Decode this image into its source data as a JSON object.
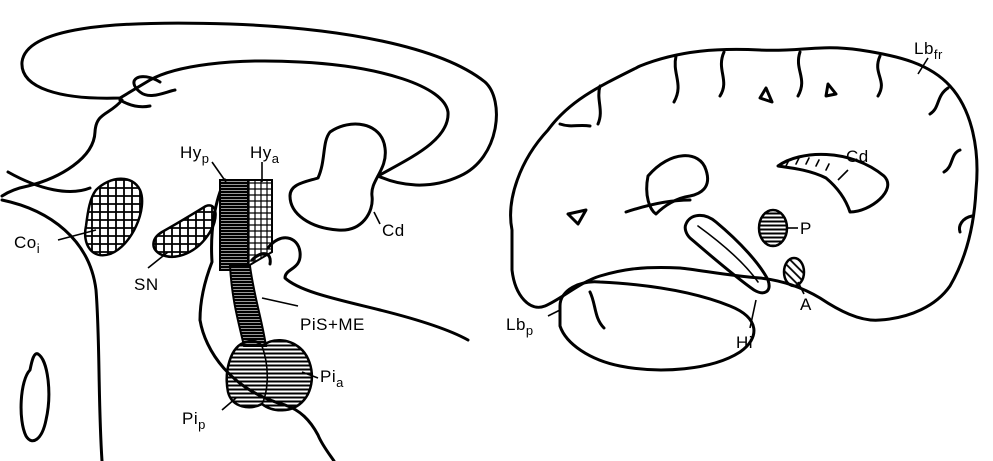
{
  "left_panel": {
    "labels": {
      "hyp": {
        "base": "Hy",
        "sub": "p"
      },
      "hya": {
        "base": "Hy",
        "sub": "a"
      },
      "cd": {
        "base": "Cd",
        "sub": ""
      },
      "coi": {
        "base": "Co",
        "sub": "i"
      },
      "sn": {
        "base": "SN",
        "sub": ""
      },
      "pis_me": {
        "base": "PiS+ME",
        "sub": ""
      },
      "pia": {
        "base": "Pi",
        "sub": "a"
      },
      "pip": {
        "base": "Pi",
        "sub": "p"
      }
    }
  },
  "right_panel": {
    "labels": {
      "lbfr": {
        "base": "Lb",
        "sub": "fr"
      },
      "cd": {
        "base": "Cd",
        "sub": ""
      },
      "p": {
        "base": "P",
        "sub": ""
      },
      "a": {
        "base": "A",
        "sub": ""
      },
      "hi": {
        "base": "Hi",
        "sub": ""
      },
      "lbp": {
        "base": "Lb",
        "sub": "p"
      }
    }
  }
}
